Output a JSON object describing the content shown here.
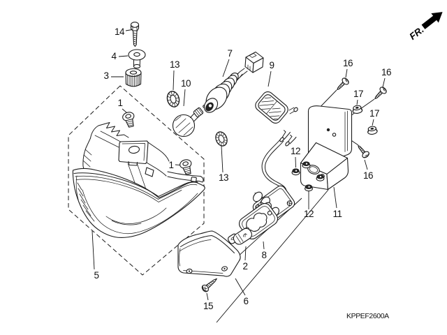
{
  "fr_indicator": {
    "label": "FR."
  },
  "diagram_code": "KPPEF2600A",
  "colors": {
    "line": "#1a1a1a",
    "background": "#ffffff",
    "arrow_fill": "#000000"
  },
  "callouts": [
    {
      "ref": "14"
    },
    {
      "ref": "4"
    },
    {
      "ref": "3"
    },
    {
      "ref": "13"
    },
    {
      "ref": "10"
    },
    {
      "ref": "7"
    },
    {
      "ref": "9"
    },
    {
      "ref": "16"
    },
    {
      "ref": "16"
    },
    {
      "ref": "17"
    },
    {
      "ref": "17"
    },
    {
      "ref": "1"
    },
    {
      "ref": "1"
    },
    {
      "ref": "13"
    },
    {
      "ref": "12"
    },
    {
      "ref": "12"
    },
    {
      "ref": "16"
    },
    {
      "ref": "11"
    },
    {
      "ref": "5"
    },
    {
      "ref": "15"
    },
    {
      "ref": "6"
    },
    {
      "ref": "2"
    },
    {
      "ref": "8"
    }
  ]
}
